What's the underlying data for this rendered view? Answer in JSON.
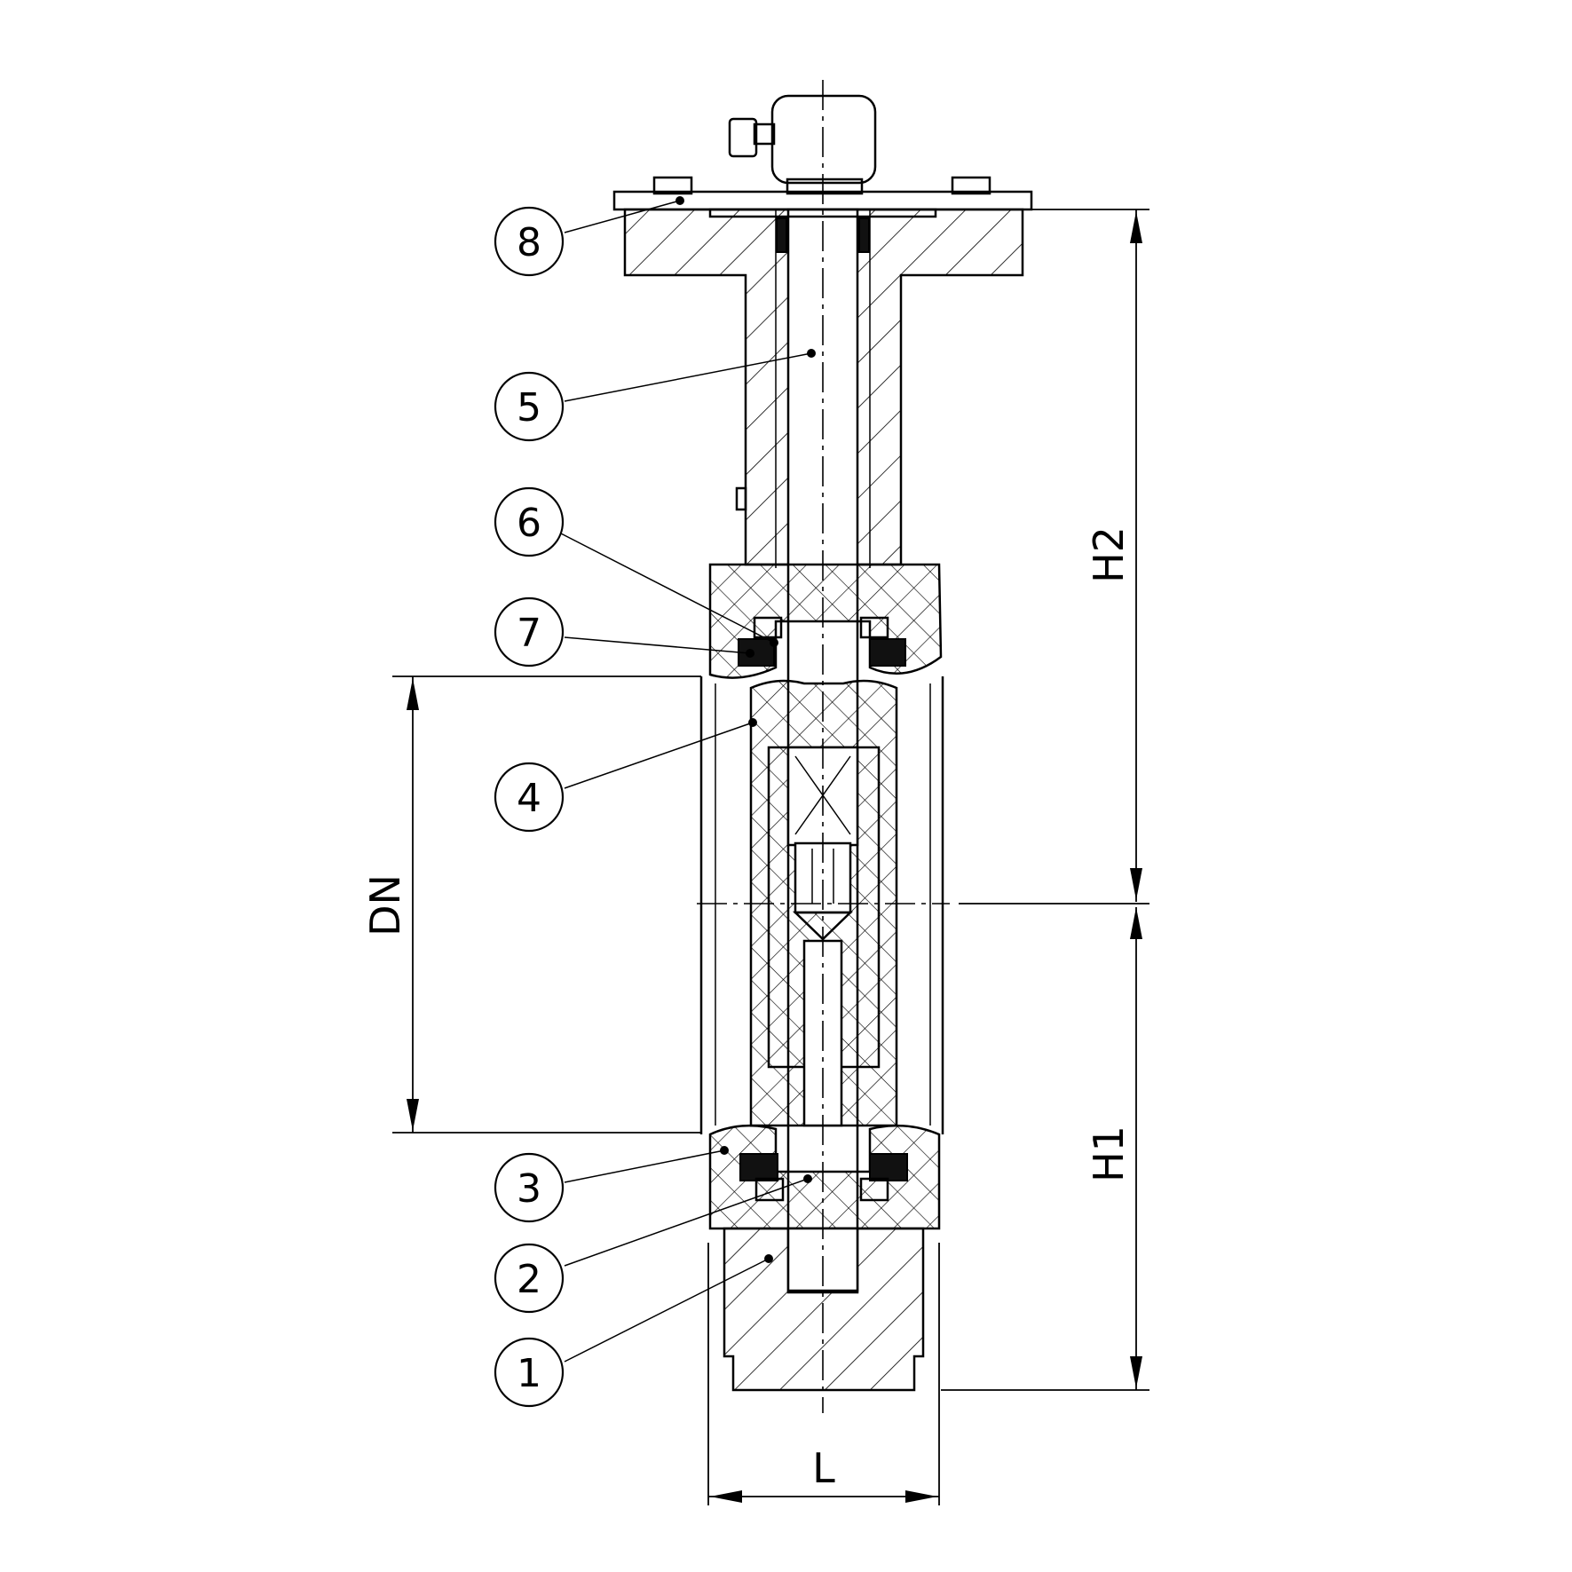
{
  "callouts": [
    {
      "label": "1"
    },
    {
      "label": "2"
    },
    {
      "label": "3"
    },
    {
      "label": "4"
    },
    {
      "label": "5"
    },
    {
      "label": "6"
    },
    {
      "label": "7"
    },
    {
      "label": "8"
    }
  ],
  "dimensions": {
    "dn": "DN",
    "h1": "H1",
    "h2": "H2",
    "l": "L"
  }
}
